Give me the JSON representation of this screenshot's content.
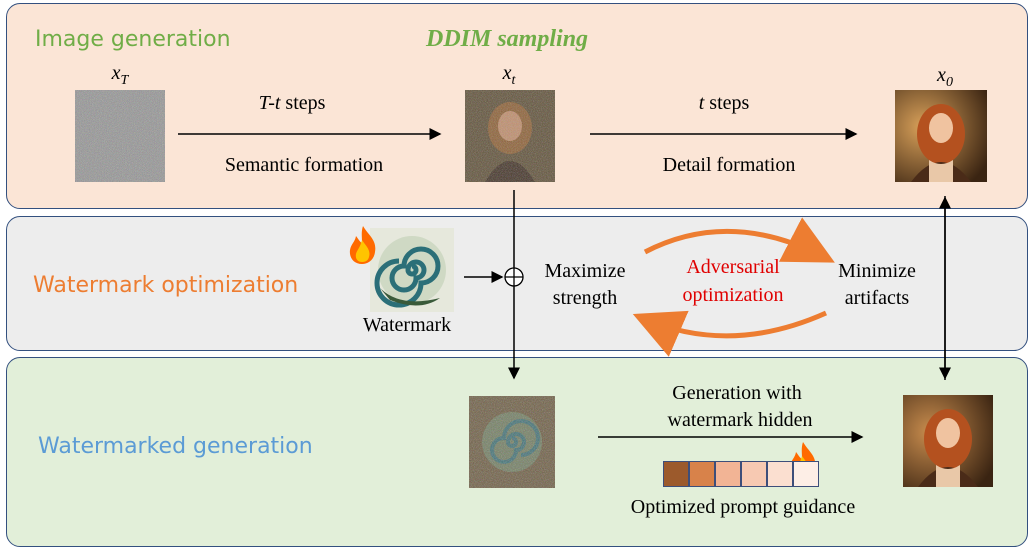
{
  "sections": {
    "image_generation": "Image generation",
    "watermark_optimization": "Watermark optimization",
    "watermarked_generation": "Watermarked generation"
  },
  "ddim": "DDIM sampling",
  "labels": {
    "xT_base": "x",
    "xT_sub": "T",
    "xt_base": "x",
    "xt_sub": "t",
    "x0_base": "x",
    "x0_sub": "0",
    "steps_Tt_math": "T-t",
    "steps_Tt_text": " steps",
    "semantic": "Semantic formation",
    "steps_t_math": "t",
    "steps_t_text": " steps",
    "detail": "Detail formation",
    "watermark": "Watermark",
    "maximize": "Maximize",
    "strength": "strength",
    "adversarial1": "Adversarial",
    "adversarial2": "optimization",
    "minimize": "Minimize",
    "artifacts": "artifacts",
    "gen_hidden1": "Generation with",
    "gen_hidden2": "watermark hidden",
    "prompt_guidance": "Optimized prompt guidance"
  },
  "colors": {
    "gen_green": "#70ad47",
    "orange": "#ed7d31",
    "blue": "#5b9bd5",
    "red": "#e00000",
    "prompt_tokens": [
      "#9c5a2c",
      "#d8824a",
      "#f2b495",
      "#f7c9b2",
      "#fbdfd0",
      "#fdeee6"
    ]
  },
  "icons": [
    "fire-icon",
    "fire-icon",
    "spiral-watermark-icon",
    "xor-circle-icon"
  ]
}
